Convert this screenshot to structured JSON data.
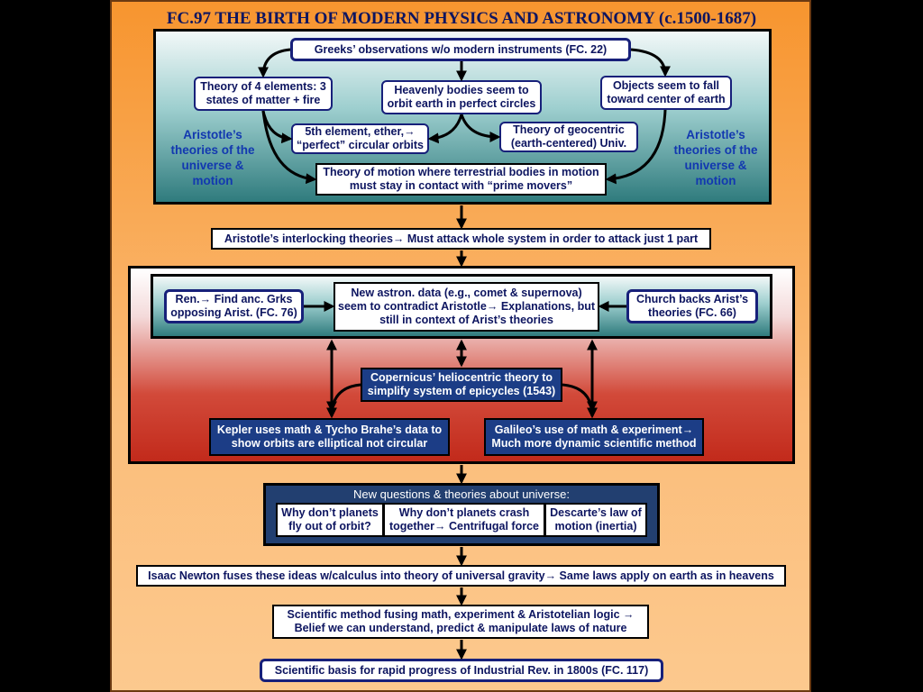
{
  "title": "FC.97 THE BIRTH OF MODERN PHYSICS AND ASTRONOMY (c.1500-1687)",
  "section1": {
    "greeks": "Greeks’ observations w/o modern instruments (FC. 22)",
    "four_elements": "Theory of 4 elements: 3 states of matter + fire",
    "heavenly": "Heavenly bodies seem to orbit earth in perfect circles",
    "fall": "Objects seem to fall toward center of earth",
    "ether": "5th element, ether,→ “perfect” circular orbits",
    "geocentric": "Theory of geocentric (earth-centered) Univ.",
    "motion": "Theory of motion where terrestrial bodies in motion must stay in contact with “prime movers”",
    "side_left": "Aristotle’s theories of the universe & motion",
    "side_right": "Aristotle’s theories of the universe & motion"
  },
  "interlocking": "Aristotle’s interlocking theories→ Must attack whole system in order to attack just 1 part",
  "section2": {
    "renaissance": "Ren.→ Find anc. Grks opposing Arist. (FC. 76)",
    "astron_data": "New astron. data (e.g., comet & supernova) seem to contradict Aristotle→ Explanations, but still in context of Arist’s theories",
    "church": "Church backs Arist’s theories (FC. 66)",
    "copernicus": "Copernicus’ heliocentric theory to simplify system of epicycles (1543)",
    "kepler": "Kepler uses math & Tycho Brahe’s data to show orbits are elliptical not circular",
    "galileo": "Galileo’s use of math & experiment→ Much more dynamic scientific method"
  },
  "section3": {
    "header": "New questions & theories about universe:",
    "q1": "Why don’t planets fly out of orbit?",
    "q2": "Why don’t planets crash together→ Centrifugal force",
    "q3": "Descarte’s law of motion (inertia)"
  },
  "newton": "Isaac Newton fuses these ideas w/calculus into theory of universal gravity→ Same laws apply on earth as in heavens",
  "scientific_method": "Scientific method fusing math, experiment & Aristotelian logic → Belief we can understand, predict & manipulate laws of nature",
  "industrial": "Scientific basis for rapid progress of Industrial Rev. in 1800s (FC. 117)"
}
